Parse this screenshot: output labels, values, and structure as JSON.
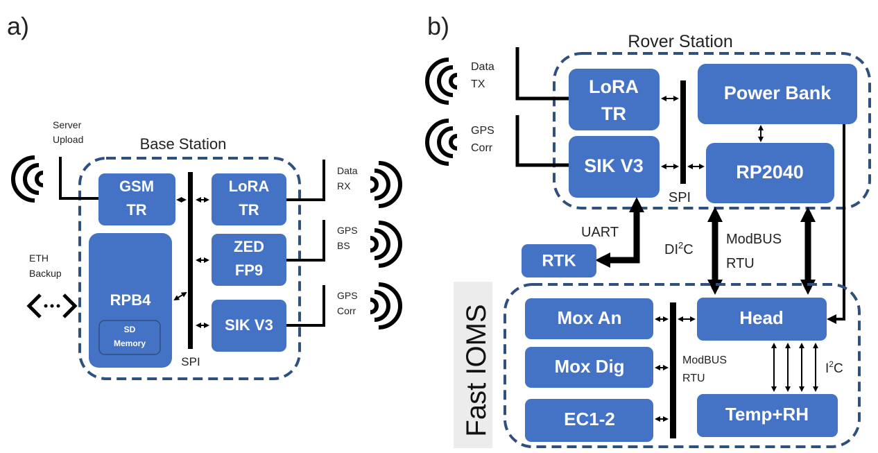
{
  "panel_a": {
    "label": "a)",
    "title": "Base Station",
    "server_upload_line1": "Server",
    "server_upload_line2": "Upload",
    "eth_backup_line1": "ETH",
    "eth_backup_line2": "Backup",
    "data_rx_line1": "Data",
    "data_rx_line2": "RX",
    "gps_bs_line1": "GPS",
    "gps_bs_line2": "BS",
    "gps_corr_line1": "GPS",
    "gps_corr_line2": "Corr",
    "spi_label": "SPI",
    "gsm_line1": "GSM",
    "gsm_line2": "TR",
    "lora_line1": "LoRA",
    "lora_line2": "TR",
    "zed_line1": "ZED",
    "zed_line2": "FP9",
    "sik": "SIK V3",
    "rpb4": "RPB4",
    "sd_line1": "SD",
    "sd_line2": "Memory"
  },
  "panel_b": {
    "label": "b)",
    "title": "Rover Station",
    "data_tx_line1": "Data",
    "data_tx_line2": "TX",
    "gps_corr_line1": "GPS",
    "gps_corr_line2": "Corr",
    "lora_line1": "LoRA",
    "lora_line2": "TR",
    "sik": "SIK V3",
    "power_bank": "Power Bank",
    "rp2040": "RP2040",
    "spi_label": "SPI",
    "uart_label": "UART",
    "rtk": "RTK",
    "di2c_pre": "DI",
    "di2c_sup": "2",
    "di2c_post": "C",
    "modbus_line1": "ModBUS",
    "modbus_line2": "RTU",
    "fast_ioms": "Fast IOMS",
    "mox_an": "Mox An",
    "mox_dig": "Mox Dig",
    "ec": "EC1-2",
    "head": "Head",
    "temp_rh": "Temp+RH",
    "inner_modbus_line1": "ModBUS",
    "inner_modbus_line2": "RTU",
    "i2c_pre": "I",
    "i2c_sup": "2",
    "i2c_post": "C"
  }
}
